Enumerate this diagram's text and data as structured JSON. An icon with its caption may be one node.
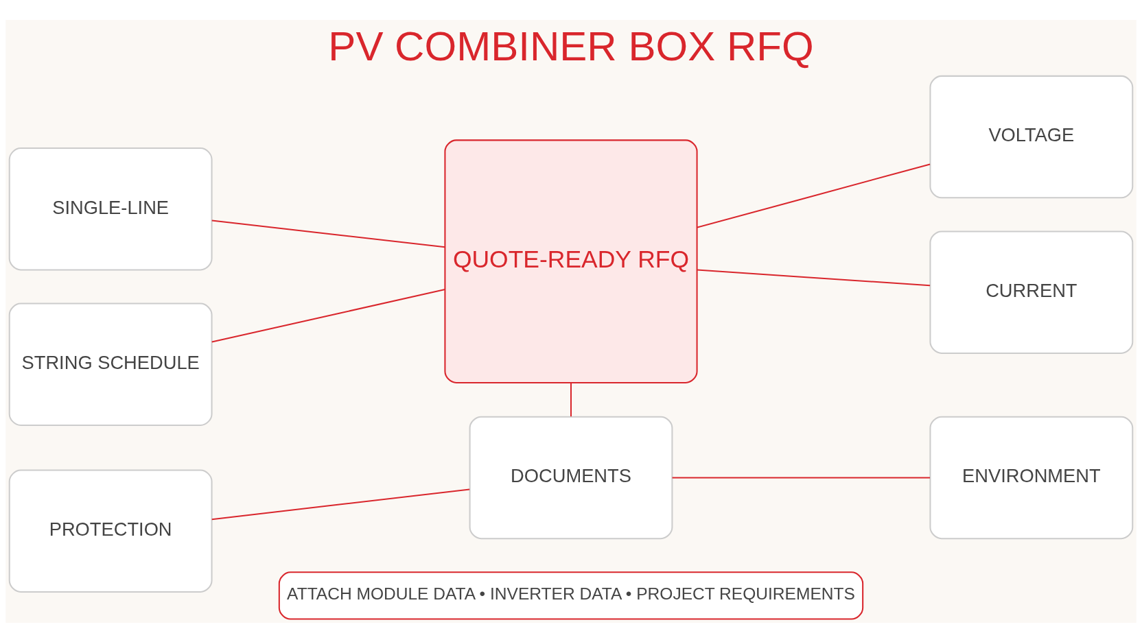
{
  "diagram": {
    "title": "PV COMBINER BOX RFQ",
    "nodes": [
      {
        "text": [
          "QUOTE-READY RFQ"
        ]
      },
      {
        "text": [
          "SINGLE-LINE"
        ]
      },
      {
        "text": [
          "VOLTAGE"
        ]
      },
      {
        "text": [
          "STRING SCHEDULE"
        ]
      },
      {
        "text": [
          "CURRENT"
        ]
      },
      {
        "text": [
          "PROTECTION"
        ]
      },
      {
        "text": [
          "DOCUMENTS"
        ]
      },
      {
        "text": [
          "ENVIRONMENT"
        ]
      },
      {
        "text": [
          "ATTACH MODULE DATA • INVERTER DATA • PROJECT REQUIREMENTS"
        ]
      }
    ],
    "edges": [
      {
        "from": 1,
        "to": 0,
        "arrow": "none"
      },
      {
        "from": 3,
        "to": 0,
        "arrow": "none"
      },
      {
        "from": 5,
        "to": 6,
        "arrow": "none"
      },
      {
        "from": 0,
        "to": 2,
        "arrow": "none"
      },
      {
        "from": 0,
        "to": 4,
        "arrow": "none"
      },
      {
        "from": 6,
        "to": 7,
        "arrow": "none"
      },
      {
        "from": 0,
        "to": 6,
        "arrow": "none"
      }
    ]
  }
}
